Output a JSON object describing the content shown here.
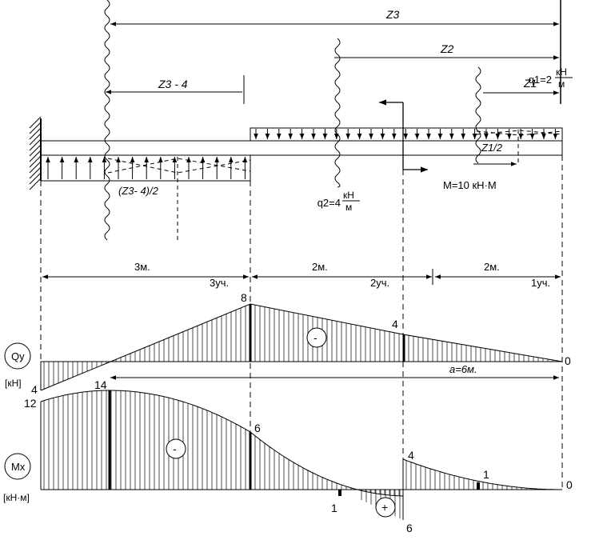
{
  "labels": {
    "z3": "Z3",
    "z2": "Z2",
    "z1": "Z1",
    "z3m4": "Z3 - 4",
    "z3m4half": "(Z3- 4)/2",
    "z1half": "Z1/2",
    "q1": "q1=2",
    "q2": "q2=4",
    "unit_kn": "кН",
    "unit_m": "м",
    "moment": "M=10 кН·М",
    "qy": "Qy",
    "mx": "Mx",
    "unit_qy": "[кН]",
    "unit_mx": "[кН·м]",
    "a_dim": "a=6м."
  },
  "spans": [
    {
      "length": "3м.",
      "section": "3уч."
    },
    {
      "length": "2м.",
      "section": "2уч."
    },
    {
      "length": "2м.",
      "section": "1уч."
    }
  ],
  "qy_values": {
    "left": "4",
    "peak": "8",
    "mid": "4",
    "right": "0",
    "sign_main": "-"
  },
  "mx_values": {
    "left": "12",
    "max": "14",
    "at_b": "6",
    "jump_top": "4",
    "jump_bottom": "6",
    "at_c_bottom": "1",
    "small": "1",
    "right": "0",
    "sign_main": "-",
    "sign_pos": "+"
  }
}
